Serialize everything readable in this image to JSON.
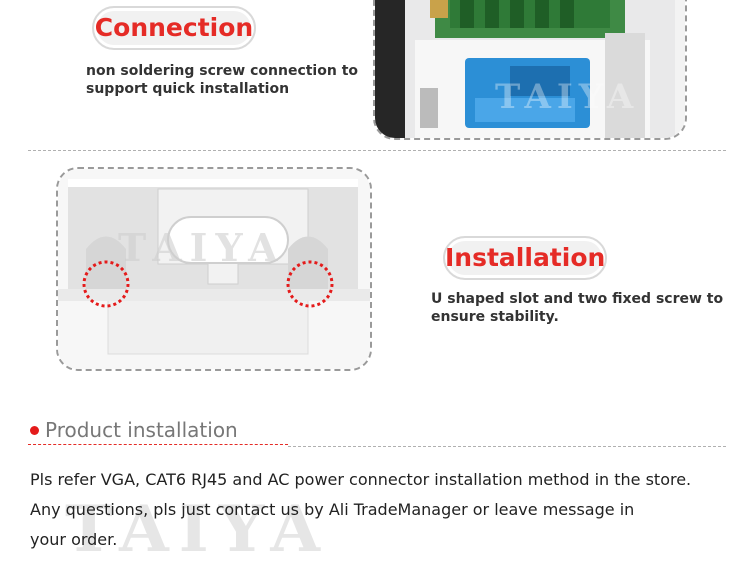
{
  "connection": {
    "title": "Connection",
    "description_line1": "non soldering screw connection to",
    "description_line2": "support quick installation"
  },
  "installation": {
    "title": "Installation",
    "description_line1": "U shaped slot and two fixed screw to",
    "description_line2": "ensure stability."
  },
  "product_installation": {
    "heading": "Product installation",
    "line1": "Pls refer VGA, CAT6 RJ45 and AC power connector installation method in the store.",
    "line2": "Any questions, pls just contact us by Ali TradeManager or leave message in",
    "line3": "your order."
  },
  "watermark": "TAIYA",
  "colors": {
    "accent_red": "#e52b26",
    "heading_gray": "#777777",
    "connector_blue": "#2c8fd6",
    "pcb_green": "#3f8a45"
  }
}
